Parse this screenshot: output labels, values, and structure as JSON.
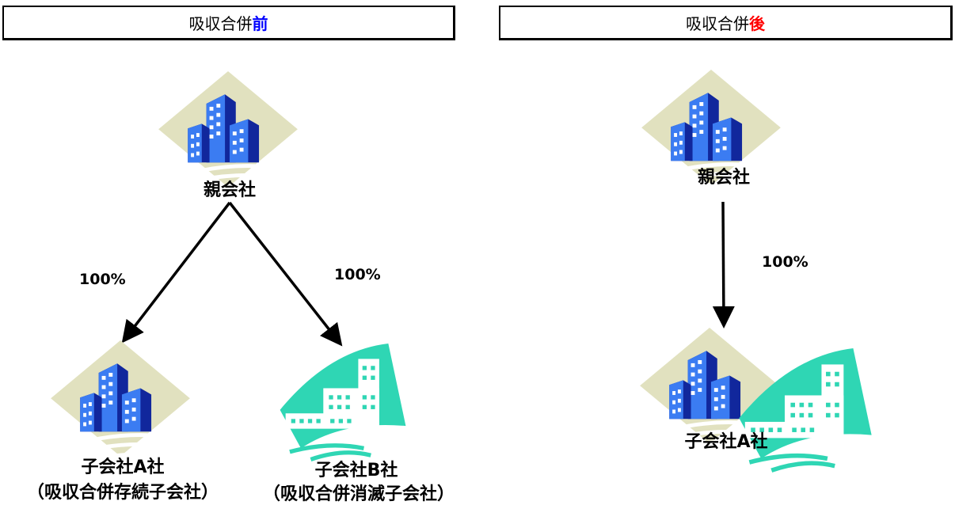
{
  "colors": {
    "before_accent": "#0000ff",
    "after_accent": "#ff0000",
    "diamond": "#e1e1bf",
    "building_light": "#3b7cf2",
    "building_dark": "#11279c",
    "hospital": "#2fd6b4"
  },
  "before": {
    "title_prefix": "吸収合併",
    "title_accent": "前",
    "parent": "親会社",
    "pct_a": "100%",
    "pct_b": "100%",
    "child_a": "子会社A社",
    "child_a_note": "（吸収合併存続子会社）",
    "child_b": "子会社B社",
    "child_b_note": "（吸収合併消滅子会社）",
    "icons": {
      "parent": "office-building-icon",
      "child_a": "office-building-icon",
      "child_b": "hospital-building-icon"
    }
  },
  "after": {
    "title_prefix": "吸収合併",
    "title_accent": "後",
    "parent": "親会社",
    "pct": "100%",
    "child_a": "子会社A社",
    "icons": {
      "parent": "office-building-icon",
      "child_a": "merged-building-icon"
    }
  }
}
